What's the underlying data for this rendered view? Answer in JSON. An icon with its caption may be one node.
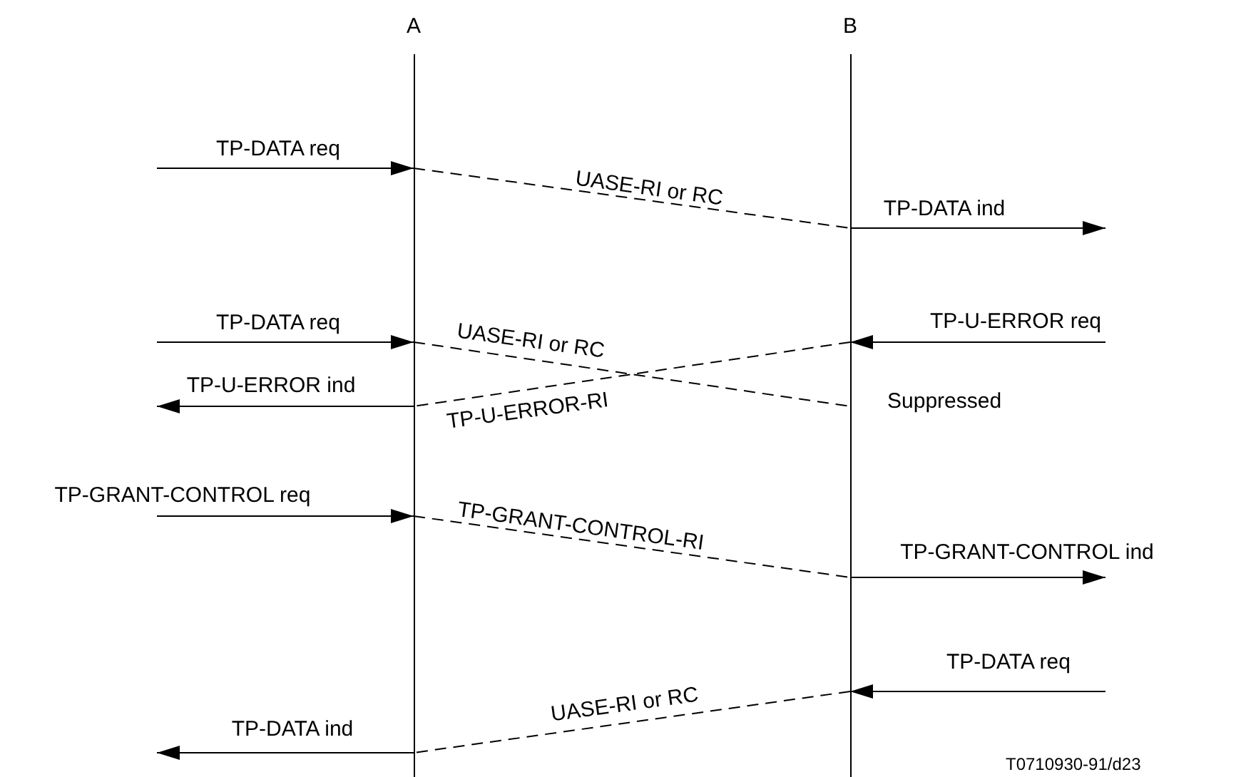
{
  "diagram": {
    "nodes": [
      {
        "text": [
          "A"
        ]
      },
      {
        "text": [
          "B"
        ]
      }
    ],
    "edges": [
      {
        "from": null,
        "to": 0,
        "arrow": "to",
        "label": "TP-DATA req"
      },
      {
        "from": 0,
        "to": 1,
        "arrow": "none",
        "style": "dashed",
        "label": "UASE-RI or RC"
      },
      {
        "from": 1,
        "to": null,
        "arrow": "to",
        "label": "TP-DATA ind"
      },
      {
        "from": null,
        "to": 0,
        "arrow": "to",
        "label": "TP-DATA req"
      },
      {
        "from": null,
        "to": 1,
        "arrow": "to",
        "label": "TP-U-ERROR req"
      },
      {
        "from": 0,
        "to": 1,
        "arrow": "none",
        "style": "dashed",
        "label": "UASE-RI or RC"
      },
      {
        "from": 1,
        "to": 0,
        "arrow": "none",
        "style": "dashed",
        "label": "TP-U-ERROR-RI"
      },
      {
        "from": 0,
        "to": null,
        "arrow": "to",
        "label": "TP-U-ERROR ind"
      },
      {
        "from": null,
        "to": 0,
        "arrow": "to",
        "label": "TP-GRANT-CONTROL req"
      },
      {
        "from": 0,
        "to": 1,
        "arrow": "none",
        "style": "dashed",
        "label": "TP-GRANT-CONTROL-RI"
      },
      {
        "from": 1,
        "to": null,
        "arrow": "to",
        "label": "TP-GRANT-CONTROL ind"
      },
      {
        "from": null,
        "to": 1,
        "arrow": "to",
        "label": "TP-DATA req"
      },
      {
        "from": 1,
        "to": 0,
        "arrow": "none",
        "style": "dashed",
        "label": "UASE-RI or RC"
      },
      {
        "from": 0,
        "to": null,
        "arrow": "to",
        "label": "TP-DATA ind"
      }
    ],
    "labels": [
      "Suppressed",
      "T0710930-91/d23"
    ]
  }
}
